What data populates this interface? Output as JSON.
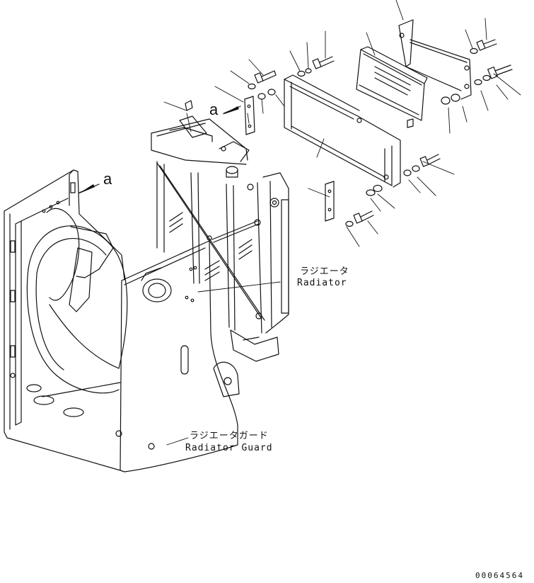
{
  "labels": {
    "radiator_jp": "ラジエータ",
    "radiator_en": "Radiator",
    "guard_jp": "ラジエータガード",
    "guard_en": "Radiator Guard"
  },
  "callouts": {
    "a_upper": "a",
    "a_left": "a"
  },
  "document_id": "00064564"
}
